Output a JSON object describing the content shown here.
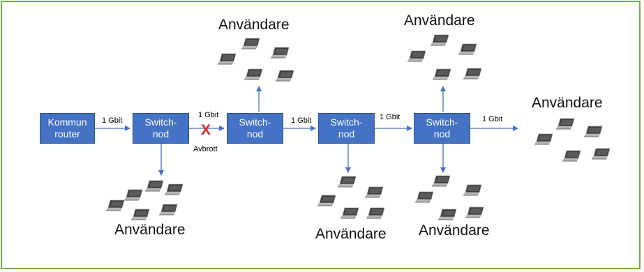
{
  "nodes": {
    "router": "Kommun\nrouter",
    "switch1": "Switch-\nnod",
    "switch2": "Switch-\nnod",
    "switch3": "Switch-\nnod",
    "switch4": "Switch-\nnod"
  },
  "links": {
    "l1": "1 Gbit",
    "l2": "1 Gbit",
    "l3": "1 Gbit",
    "l4": "1 Gbit",
    "l5": "1 Gbit"
  },
  "break": {
    "mark": "X",
    "label": "Avbrott"
  },
  "users": {
    "g1": "Användare",
    "g2": "Användare",
    "g3": "Användare",
    "g4": "Användare",
    "g5": "Användare",
    "g6": "Användare"
  },
  "colors": {
    "node_fill": "#4472c4",
    "arrow": "#4472c4",
    "frame": "#70ad47",
    "break_mark": "#e02020"
  }
}
